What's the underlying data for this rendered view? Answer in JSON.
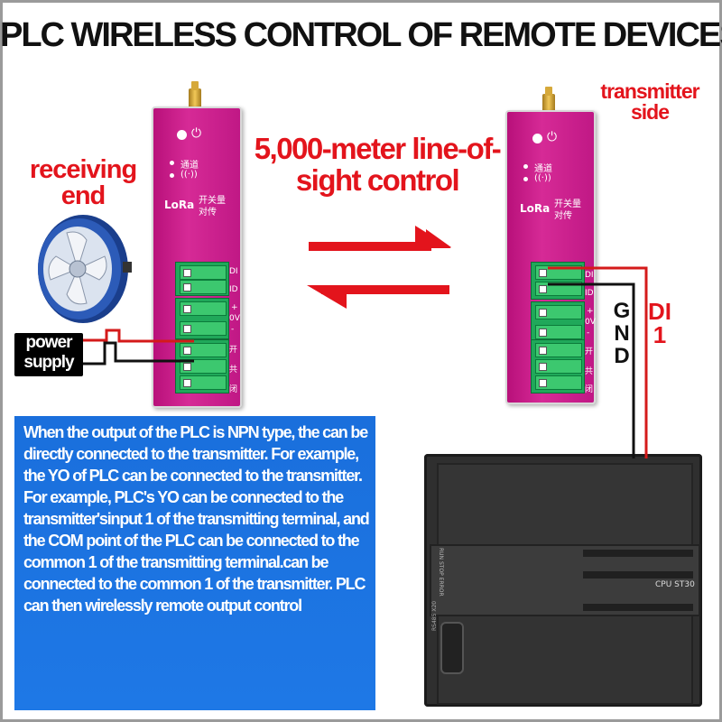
{
  "title": "PLC WIRELESS CONTROL OF REMOTE DEVICES",
  "labels": {
    "receiving": "receiving end",
    "transmitter": "transmitter side",
    "range": "5,000-meter line-of-sight control",
    "power_supply": "power supply",
    "gnd": "GND",
    "di1": "DI1"
  },
  "device": {
    "led_channel": "通道",
    "lora": "LoRa",
    "module_type": "开关量对传",
    "pins": [
      "DI",
      "ID",
      "+",
      "0V",
      "-",
      "开",
      "共",
      "闭"
    ]
  },
  "plc": {
    "model": "CPU ST30",
    "status": "RUN STOP ERROR",
    "port": "RS485 X20"
  },
  "info": "When the output of the PLC is NPN type, the can be directly connected to the transmitter. For example, the YO of PLC can be connected to the transmitter. For example, PLC's YO can be connected to the transmitter'sinput 1 of the transmitting terminal, and the COM point of the PLC can be connected to the common 1 of the transmitting terminal.can be connected to the common 1 of the transmitter. PLC can then wirelessly remote output control",
  "colors": {
    "accent_red": "#e3141c",
    "device_magenta": "#c8208a",
    "terminal_green": "#2fbf66",
    "info_blue": "#1e73e3"
  }
}
